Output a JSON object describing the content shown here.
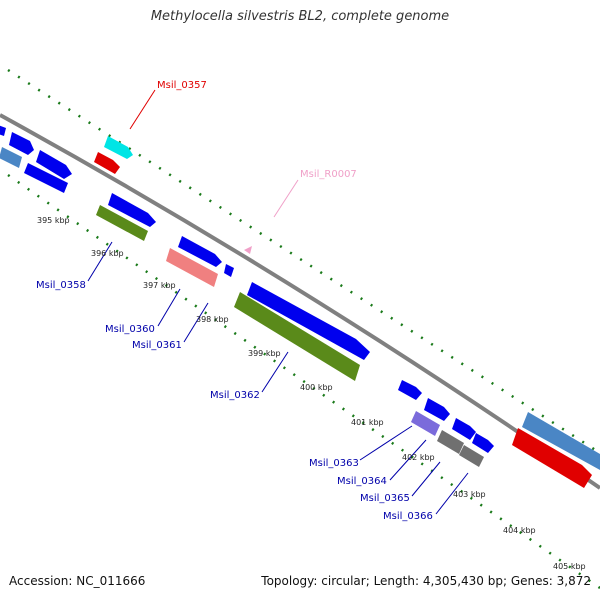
{
  "title": "Methylocella silvestris BL2, complete genome",
  "footer": {
    "accession_label": "Accession:",
    "accession": "NC_011666",
    "topology_label": "Topology:",
    "topology": "circular",
    "length_label": "Length:",
    "length": "4,305,430 bp",
    "genes_label": "Genes:",
    "genes": "3,872"
  },
  "colors": {
    "backbone": "#808080",
    "ticks": "#1a7a1a",
    "cds_forward": "#0000ee",
    "cds_reverse": "#5a8a1a",
    "tRNA": "#00e5e5",
    "rRNA": "#f08080",
    "label_cds": "#0000aa",
    "label_highlight": "#e00000",
    "label_rna": "#f0a0c8"
  },
  "kbp_labels": [
    "395 kbp",
    "396 kbp",
    "397 kbp",
    "398 kbp",
    "399 kbp",
    "400 kbp",
    "401 kbp",
    "402 kbp",
    "403 kbp",
    "404 kbp",
    "405 kbp"
  ],
  "gene_labels": [
    {
      "id": "Msil_0357",
      "kind": "highlight"
    },
    {
      "id": "Msil_R0007",
      "kind": "rna"
    },
    {
      "id": "Msil_0358",
      "kind": "cds"
    },
    {
      "id": "Msil_0360",
      "kind": "cds"
    },
    {
      "id": "Msil_0361",
      "kind": "cds"
    },
    {
      "id": "Msil_0362",
      "kind": "cds"
    },
    {
      "id": "Msil_0363",
      "kind": "cds"
    },
    {
      "id": "Msil_0364",
      "kind": "cds"
    },
    {
      "id": "Msil_0365",
      "kind": "cds"
    },
    {
      "id": "Msil_0366",
      "kind": "cds"
    }
  ]
}
